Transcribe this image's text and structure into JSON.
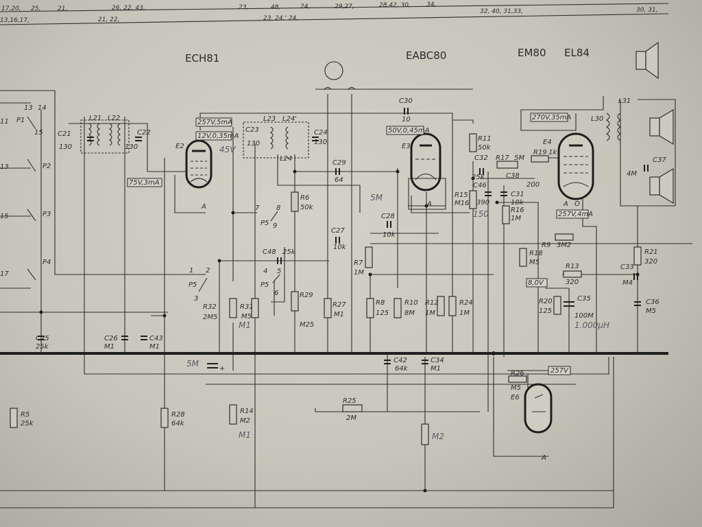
{
  "header_refs": {
    "row1": [
      "17,20,",
      "25,",
      "21,",
      "26, 22, 43,",
      "23,",
      "48,",
      "24,",
      "29,27,",
      "28,42, 30,",
      "34,",
      "32, 40, 31,33,",
      "30, 31,"
    ],
    "row2": [
      "13,16,17,",
      "21, 22,",
      "23, 24,' 24,"
    ]
  },
  "tubes": {
    "ech81": "ECH81",
    "eabc80": "EABC80",
    "em80": "EM80",
    "el84": "EL84"
  },
  "tube_refs": {
    "e2": "E2",
    "e3": "E3",
    "e4": "E4",
    "e6": "E6"
  },
  "operating_points": {
    "e2_anode": "257V,5mA",
    "e2_heater": "12V,0,35mA",
    "e2_g2": "75V,3mA",
    "e3": "50V,0,45mA",
    "e4_anode": "270V,35mA",
    "e4_g2": "257V,4mA",
    "e6": "257V",
    "r20": "8,0V"
  },
  "pen_notes": {
    "e2": "45V",
    "r7": "5M",
    "c_pen": "5M",
    "r15": "150",
    "r14": "M1",
    "r31": "M1",
    "m2": "M2",
    "c35": "1.000μH"
  },
  "switch": {
    "p1": "P1",
    "p2": "P2",
    "p3": "P3",
    "p4": "P4",
    "p5a": "P5",
    "p5b": "P5",
    "p5c": "P5",
    "n13": "13",
    "n14": "14",
    "n15": "15",
    "t1": "1",
    "t2": "2",
    "t3": "3",
    "t4": "4",
    "t5": "5",
    "t6": "6",
    "t7": "7",
    "t8": "8",
    "t9": "9",
    "left11": "11",
    "left13": "13",
    "left15": "15",
    "left17": "17"
  },
  "components": {
    "L21": "L21",
    "L22": "L22",
    "C21": "C21",
    "C21v": "130",
    "C22": "C22",
    "C22v": "130",
    "C23": "C23",
    "C23v": "130",
    "L23": "L23",
    "L24p": "L24'",
    "L24": "L24",
    "C24": "C24",
    "C24v": "130",
    "C29": "C29",
    "C29v": "64",
    "C30": "C30",
    "C30v": "10",
    "R6": "R6",
    "R6v": "50k",
    "C28": "C28",
    "C28v": "10k",
    "C27": "C27",
    "C27v": "10k",
    "R7": "R7",
    "R7v": "1M",
    "C48": "C48",
    "C48v": "25k",
    "R29": "R29",
    "R29v": "M25",
    "R27": "R27",
    "R27v": "M1",
    "R8": "R8",
    "R8v": "125",
    "R10": "R10",
    "R10v": "8M",
    "R12": "R12",
    "R12v": "1M",
    "R24": "R24",
    "R24v": "1M",
    "R32": "R32",
    "R32v": "2M5",
    "R31": "R31",
    "R31v": "M5",
    "C25": "C25",
    "C25v": "25k",
    "C26": "C26",
    "C26v": "M1",
    "C43": "C43",
    "C43v": "M1",
    "C42": "C42",
    "C42v": "64k",
    "C34": "C34",
    "C34v": "M1",
    "R25": "R25",
    "R25v": "2M",
    "R5": "R5",
    "R5v": "25k",
    "R28": "R28",
    "R28v": "64k",
    "R14": "R14",
    "R14v": "M2",
    "R26": "R26",
    "R26v": "M5",
    "R11": "R11",
    "R11v": "50k",
    "C32": "C32",
    "R17": "R17",
    "R17v": "5M",
    "R19": "R19",
    "R19v": "1k",
    "C46": "C46",
    "C46v": "25k",
    "C38": "C38",
    "C38v": "200",
    "R15": "R15",
    "R15v": "M16",
    "C46b": "390",
    "C31": "C31",
    "C31v": "10k",
    "R16": "R16",
    "R16v": "1M",
    "R18": "R18",
    "R18v": "M5",
    "R9": "R9",
    "R9v": "3M2",
    "R13": "R13",
    "R13v": "320",
    "R20": "R20",
    "R20v": "125",
    "C35": "C35",
    "C35v": "100M",
    "L30": "L30",
    "L31": "L31",
    "C37": "C37",
    "C37v": "4M",
    "C33": "C33",
    "C33v": "M4",
    "R21": "R21",
    "R21v": "320",
    "C36": "C36",
    "C36v": "M5",
    "A1": "A",
    "A2": "A",
    "A3": "A",
    "O": "O",
    "A4": "A",
    "plus": "+"
  }
}
